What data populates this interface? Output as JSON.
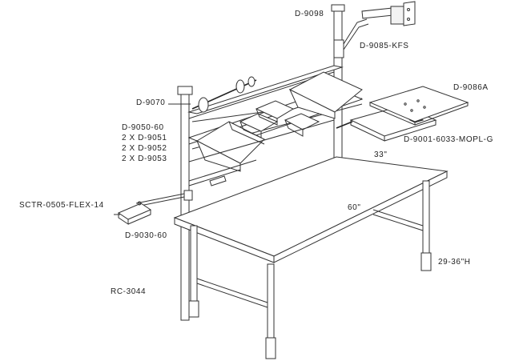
{
  "labels": {
    "monitor_arm": "D-9098",
    "arm_mount": "D-9085-KFS",
    "keyboard_tray": "D-9086A",
    "spool_holder": "D-9070",
    "bin_rail": "D-9050-60",
    "bin_a": "2 X D-9051",
    "bin_b": "2 X D-9052",
    "bin_c": "2 X D-9053",
    "tray_mount": "D-9001-6033-MOPL-G",
    "depth": "33\"",
    "width": "60\"",
    "flex_light": "SCTR-0505-FLEX-14",
    "light_bracket": "D-9030-60",
    "height": "29-36\"H",
    "workbench": "RC-3044"
  }
}
